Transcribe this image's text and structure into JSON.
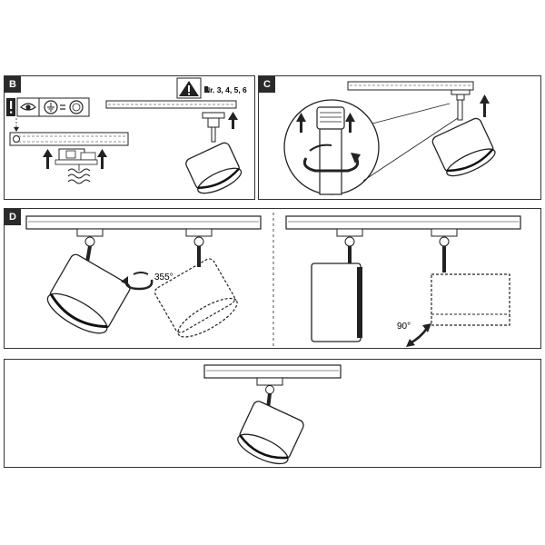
{
  "steps": {
    "b": {
      "tag": "B",
      "parts_note": "Nr. 3, 4, 5, 6"
    },
    "c": {
      "tag": "C"
    },
    "d": {
      "tag": "D",
      "rotation": "355°",
      "tilt": "90°"
    }
  }
}
